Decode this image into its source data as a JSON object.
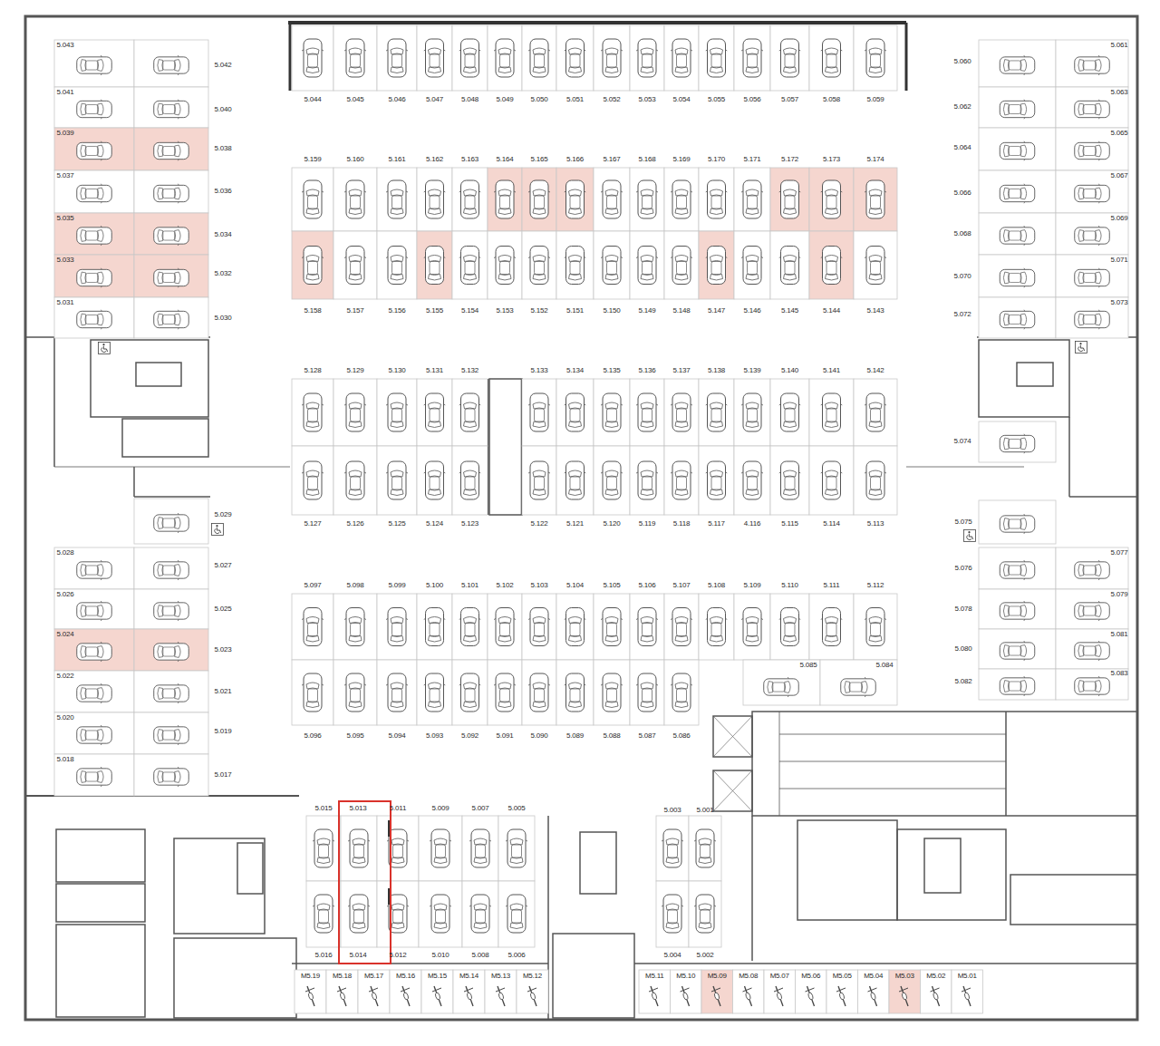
{
  "diagram": {
    "labels": [
      "5.044",
      "5.045",
      "5.046",
      "5.047",
      "5.048",
      "5.049",
      "5.050",
      "5.051",
      "5.052",
      "5.053",
      "5.054",
      "5.055",
      "5.056",
      "5.057",
      "5.058",
      "5.059",
      "5.159",
      "5.160",
      "5.161",
      "5.162",
      "5.163",
      "5.164",
      "5.165",
      "5.166",
      "5.167",
      "5.168",
      "5.169",
      "5.170",
      "5.171",
      "5.172",
      "5.173",
      "5.174",
      "5.158",
      "5.157",
      "5.156",
      "5.155",
      "5.154",
      "5.153",
      "5.152",
      "5.151",
      "5.150",
      "5.149",
      "5.148",
      "5.147",
      "5.146",
      "5.145",
      "5.144",
      "5.143",
      "5.128",
      "5.129",
      "5.130",
      "5.131",
      "5.132",
      "5.133",
      "5.134",
      "5.135",
      "5.136",
      "5.137",
      "5.138",
      "5.139",
      "5.140",
      "5.141",
      "5.142",
      "5.127",
      "5.126",
      "5.125",
      "5.124",
      "5.123",
      "5.122",
      "5.121",
      "5.120",
      "5.119",
      "5.118",
      "5.117",
      "4.116",
      "5.115",
      "5.114",
      "5.113",
      "5.097",
      "5.098",
      "5.099",
      "5.100",
      "5.101",
      "5.102",
      "5.103",
      "5.104",
      "5.105",
      "5.106",
      "5.107",
      "5.108",
      "5.109",
      "5.110",
      "5.111",
      "5.112",
      "5.096",
      "5.095",
      "5.094",
      "5.093",
      "5.092",
      "5.091",
      "5.090",
      "5.089",
      "5.088",
      "5.087",
      "5.086",
      "5.085",
      "5.084",
      "5.043",
      "5.042",
      "5.041",
      "5.040",
      "5.039",
      "5.038",
      "5.037",
      "5.036",
      "5.035",
      "5.034",
      "5.033",
      "5.032",
      "5.031",
      "5.030",
      "5.029",
      "5.028",
      "5.027",
      "5.026",
      "5.025",
      "5.024",
      "5.023",
      "5.022",
      "5.021",
      "5.020",
      "5.019",
      "5.018",
      "5.017",
      "5.061",
      "5.060",
      "5.063",
      "5.062",
      "5.065",
      "5.064",
      "5.067",
      "5.066",
      "5.069",
      "5.068",
      "5.071",
      "5.070",
      "5.073",
      "5.072",
      "5.074",
      "5.075",
      "5.077",
      "5.076",
      "5.079",
      "5.078",
      "5.081",
      "5.080",
      "5.083",
      "5.082",
      "5.015",
      "5.013",
      "5.011",
      "5.009",
      "5.007",
      "5.005",
      "5.016",
      "5.014",
      "5.012",
      "5.010",
      "5.008",
      "5.006",
      "5.003",
      "5.001",
      "5.004",
      "5.002",
      "M5.19",
      "M5.18",
      "M5.17",
      "M5.16",
      "M5.15",
      "M5.14",
      "M5.13",
      "M5.12",
      "M5.11",
      "M5.10",
      "M5.09",
      "M5.08",
      "M5.07",
      "M5.06",
      "M5.05",
      "M5.04",
      "M5.03",
      "M5.02",
      "M5.01"
    ]
  }
}
